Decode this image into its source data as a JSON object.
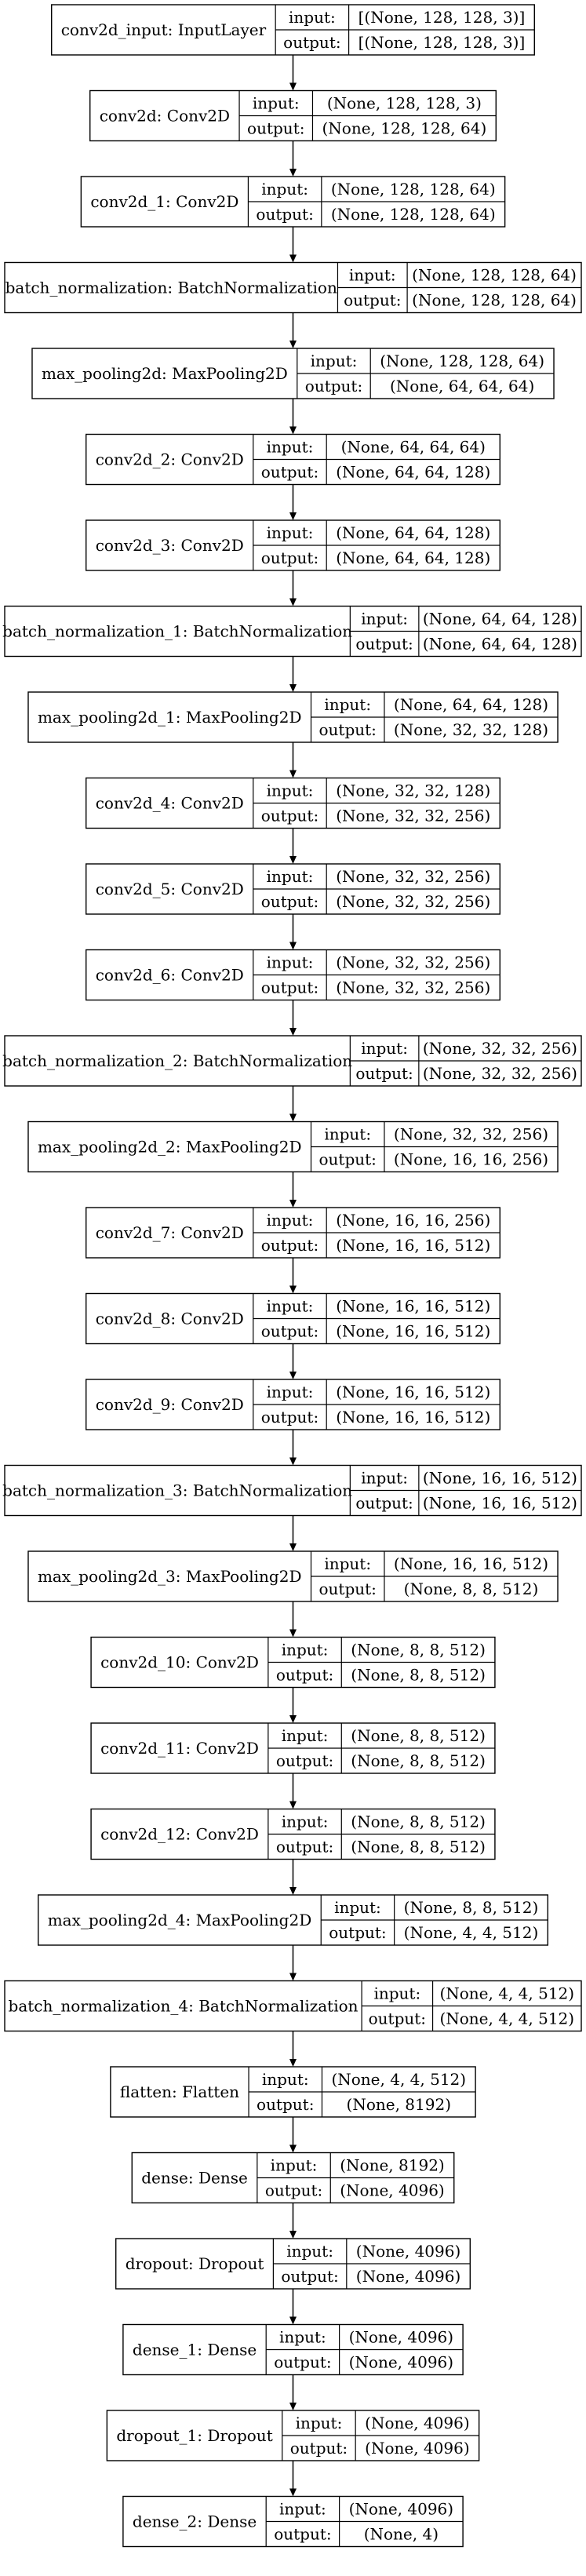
{
  "diagram": {
    "layers": [
      {
        "name": "conv2d_input: InputLayer",
        "input_label": "input:",
        "input": "[(None, 128, 128, 3)]",
        "output_label": "output:",
        "output": "[(None, 128, 128, 3)]"
      },
      {
        "name": "conv2d: Conv2D",
        "input_label": "input:",
        "input": "(None, 128, 128, 3)",
        "output_label": "output:",
        "output": "(None, 128, 128, 64)"
      },
      {
        "name": "conv2d_1: Conv2D",
        "input_label": "input:",
        "input": "(None, 128, 128, 64)",
        "output_label": "output:",
        "output": "(None, 128, 128, 64)"
      },
      {
        "name": "batch_normalization: BatchNormalization",
        "input_label": "input:",
        "input": "(None, 128, 128, 64)",
        "output_label": "output:",
        "output": "(None, 128, 128, 64)"
      },
      {
        "name": "max_pooling2d: MaxPooling2D",
        "input_label": "input:",
        "input": "(None, 128, 128, 64)",
        "output_label": "output:",
        "output": "(None, 64, 64, 64)"
      },
      {
        "name": "conv2d_2: Conv2D",
        "input_label": "input:",
        "input": "(None, 64, 64, 64)",
        "output_label": "output:",
        "output": "(None, 64, 64, 128)"
      },
      {
        "name": "conv2d_3: Conv2D",
        "input_label": "input:",
        "input": "(None, 64, 64, 128)",
        "output_label": "output:",
        "output": "(None, 64, 64, 128)"
      },
      {
        "name": "batch_normalization_1: BatchNormalization",
        "input_label": "input:",
        "input": "(None, 64, 64, 128)",
        "output_label": "output:",
        "output": "(None, 64, 64, 128)"
      },
      {
        "name": "max_pooling2d_1: MaxPooling2D",
        "input_label": "input:",
        "input": "(None, 64, 64, 128)",
        "output_label": "output:",
        "output": "(None, 32, 32, 128)"
      },
      {
        "name": "conv2d_4: Conv2D",
        "input_label": "input:",
        "input": "(None, 32, 32, 128)",
        "output_label": "output:",
        "output": "(None, 32, 32, 256)"
      },
      {
        "name": "conv2d_5: Conv2D",
        "input_label": "input:",
        "input": "(None, 32, 32, 256)",
        "output_label": "output:",
        "output": "(None, 32, 32, 256)"
      },
      {
        "name": "conv2d_6: Conv2D",
        "input_label": "input:",
        "input": "(None, 32, 32, 256)",
        "output_label": "output:",
        "output": "(None, 32, 32, 256)"
      },
      {
        "name": "batch_normalization_2: BatchNormalization",
        "input_label": "input:",
        "input": "(None, 32, 32, 256)",
        "output_label": "output:",
        "output": "(None, 32, 32, 256)"
      },
      {
        "name": "max_pooling2d_2: MaxPooling2D",
        "input_label": "input:",
        "input": "(None, 32, 32, 256)",
        "output_label": "output:",
        "output": "(None, 16, 16, 256)"
      },
      {
        "name": "conv2d_7: Conv2D",
        "input_label": "input:",
        "input": "(None, 16, 16, 256)",
        "output_label": "output:",
        "output": "(None, 16, 16, 512)"
      },
      {
        "name": "conv2d_8: Conv2D",
        "input_label": "input:",
        "input": "(None, 16, 16, 512)",
        "output_label": "output:",
        "output": "(None, 16, 16, 512)"
      },
      {
        "name": "conv2d_9: Conv2D",
        "input_label": "input:",
        "input": "(None, 16, 16, 512)",
        "output_label": "output:",
        "output": "(None, 16, 16, 512)"
      },
      {
        "name": "batch_normalization_3: BatchNormalization",
        "input_label": "input:",
        "input": "(None, 16, 16, 512)",
        "output_label": "output:",
        "output": "(None, 16, 16, 512)"
      },
      {
        "name": "max_pooling2d_3: MaxPooling2D",
        "input_label": "input:",
        "input": "(None, 16, 16, 512)",
        "output_label": "output:",
        "output": "(None, 8, 8, 512)"
      },
      {
        "name": "conv2d_10: Conv2D",
        "input_label": "input:",
        "input": "(None, 8, 8, 512)",
        "output_label": "output:",
        "output": "(None, 8, 8, 512)"
      },
      {
        "name": "conv2d_11: Conv2D",
        "input_label": "input:",
        "input": "(None, 8, 8, 512)",
        "output_label": "output:",
        "output": "(None, 8, 8, 512)"
      },
      {
        "name": "conv2d_12: Conv2D",
        "input_label": "input:",
        "input": "(None, 8, 8, 512)",
        "output_label": "output:",
        "output": "(None, 8, 8, 512)"
      },
      {
        "name": "max_pooling2d_4: MaxPooling2D",
        "input_label": "input:",
        "input": "(None, 8, 8, 512)",
        "output_label": "output:",
        "output": "(None, 4, 4, 512)"
      },
      {
        "name": "batch_normalization_4: BatchNormalization",
        "input_label": "input:",
        "input": "(None, 4, 4, 512)",
        "output_label": "output:",
        "output": "(None, 4, 4, 512)"
      },
      {
        "name": "flatten: Flatten",
        "input_label": "input:",
        "input": "(None, 4, 4, 512)",
        "output_label": "output:",
        "output": "(None, 8192)"
      },
      {
        "name": "dense: Dense",
        "input_label": "input:",
        "input": "(None, 8192)",
        "output_label": "output:",
        "output": "(None, 4096)"
      },
      {
        "name": "dropout: Dropout",
        "input_label": "input:",
        "input": "(None, 4096)",
        "output_label": "output:",
        "output": "(None, 4096)"
      },
      {
        "name": "dense_1: Dense",
        "input_label": "input:",
        "input": "(None, 4096)",
        "output_label": "output:",
        "output": "(None, 4096)"
      },
      {
        "name": "dropout_1: Dropout",
        "input_label": "input:",
        "input": "(None, 4096)",
        "output_label": "output:",
        "output": "(None, 4096)"
      },
      {
        "name": "dense_2: Dense",
        "input_label": "input:",
        "input": "(None, 4096)",
        "output_label": "output:",
        "output": "(None, 4)"
      }
    ]
  }
}
